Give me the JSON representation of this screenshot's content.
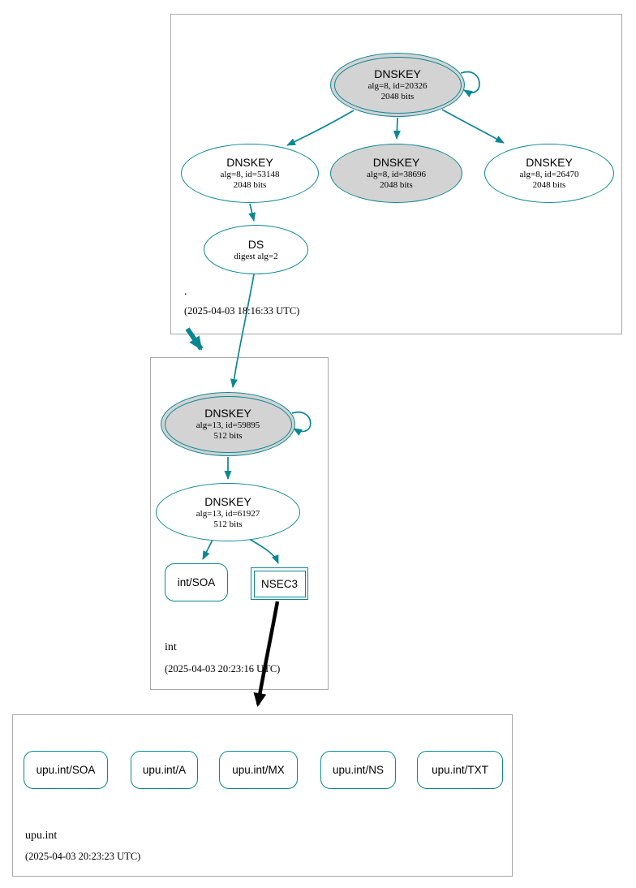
{
  "diagram": {
    "colors": {
      "secure_teal": "#0a8793",
      "ksk_fill_gray": "#d3d3d3",
      "insecure_black": "#000000",
      "zone_box_border": "#a9a9a9"
    },
    "zones": [
      {
        "name": ".",
        "timestamp": "(2025-04-03 18:16:33 UTC)",
        "nodes": {
          "ksk_20326": {
            "title": "DNSKEY",
            "detail1": "alg=8, id=20326",
            "detail2": "2048 bits"
          },
          "zsk_53148": {
            "title": "DNSKEY",
            "detail1": "alg=8, id=53148",
            "detail2": "2048 bits"
          },
          "ksk_38696": {
            "title": "DNSKEY",
            "detail1": "alg=8, id=38696",
            "detail2": "2048 bits"
          },
          "zsk_26470": {
            "title": "DNSKEY",
            "detail1": "alg=8, id=26470",
            "detail2": "2048 bits"
          },
          "ds": {
            "title": "DS",
            "detail1": "digest alg=2"
          }
        }
      },
      {
        "name": "int",
        "timestamp": "(2025-04-03 20:23:16 UTC)",
        "nodes": {
          "ksk_59895": {
            "title": "DNSKEY",
            "detail1": "alg=13, id=59895",
            "detail2": "512 bits"
          },
          "zsk_61927": {
            "title": "DNSKEY",
            "detail1": "alg=13, id=61927",
            "detail2": "512 bits"
          },
          "soa": {
            "label": "int/SOA"
          },
          "nsec3": {
            "label": "NSEC3"
          }
        }
      },
      {
        "name": "upu.int",
        "timestamp": "(2025-04-03 20:23:23 UTC)",
        "rrsets": [
          "upu.int/SOA",
          "upu.int/A",
          "upu.int/MX",
          "upu.int/NS",
          "upu.int/TXT"
        ]
      }
    ]
  }
}
